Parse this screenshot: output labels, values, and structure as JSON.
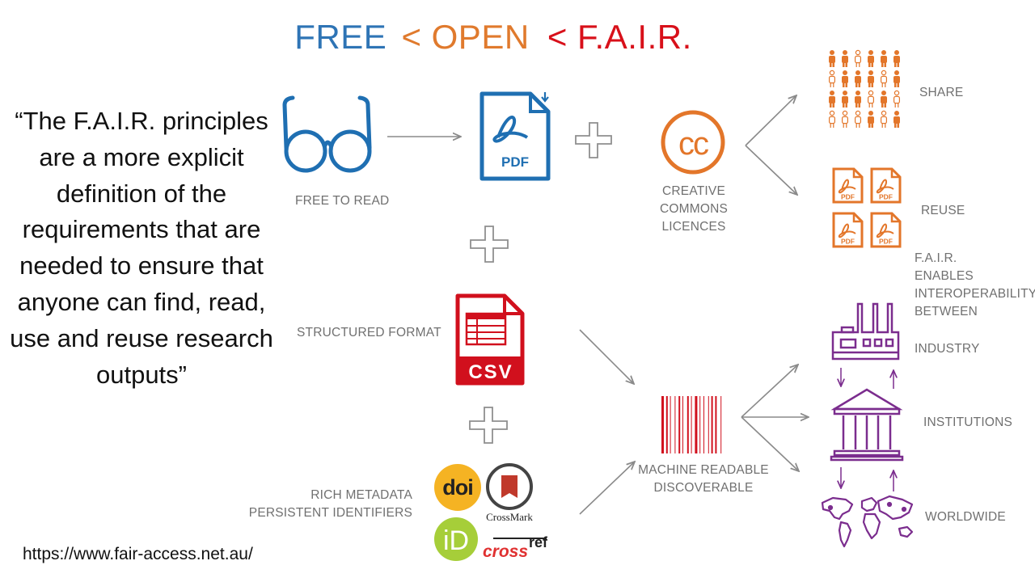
{
  "title": {
    "free": "FREE",
    "lt1": "<",
    "open": "OPEN",
    "lt2": "<",
    "fair": "F.A.I.R."
  },
  "quote": "“The F.A.I.R. principles are a more explicit definition of the requirements that are needed to ensure that anyone can find, read, use and reuse research outputs”",
  "url": "https://www.fair-access.net.au/",
  "labels": {
    "free_to_read": "FREE TO READ",
    "creative_commons": [
      "CREATIVE",
      "COMMONS",
      "LICENCES"
    ],
    "share": "SHARE",
    "reuse": "REUSE",
    "fair_enables": [
      "F.A.I.R.",
      "ENABLES",
      "INTEROPERABILITY",
      "BETWEEN"
    ],
    "industry": "INDUSTRY",
    "institutions": "INSTITUTIONS",
    "worldwide": "WORLDWIDE",
    "structured_format": "STRUCTURED FORMAT",
    "rich_metadata": [
      "RICH METADATA",
      "PERSISTENT IDENTIFIERS"
    ],
    "machine_readable": [
      "MACHINE READABLE",
      "DISCOVERABLE"
    ]
  },
  "icon_text": {
    "pdf": "PDF",
    "csv": "CSV",
    "cc": "cc",
    "doi": "doi",
    "crossmark": "CrossMark",
    "orcid": "iD",
    "crossref_cross": "cross",
    "crossref_ref": "ref"
  },
  "colors": {
    "free": "#2e74b5",
    "open": "#e07a2d",
    "fair": "#d8101a",
    "blue_icon": "#1f6fb2",
    "orange_icon": "#e3762a",
    "red_icon": "#d1101d",
    "purple_icon": "#7b2d8e",
    "arrow": "#8a8a8a",
    "label": "#707070"
  }
}
